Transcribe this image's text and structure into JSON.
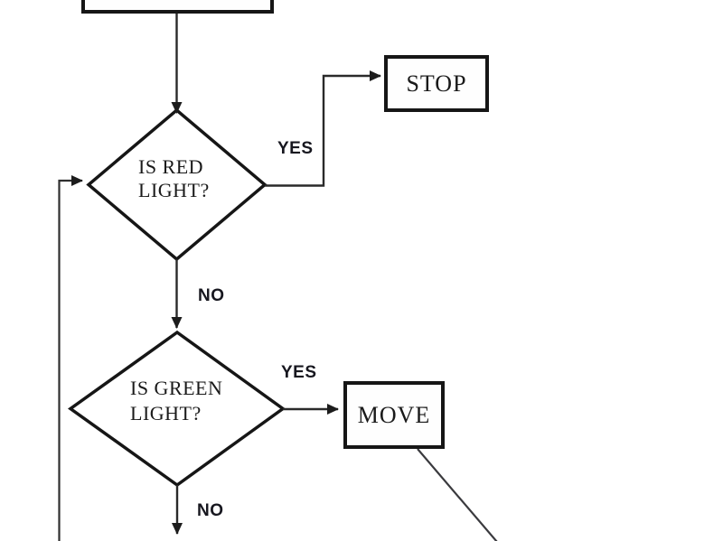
{
  "nodes": {
    "start_box": {
      "label": ""
    },
    "decision_is_red": {
      "label": "IS RED LIGHT?"
    },
    "stop_box": {
      "label": "STOP"
    },
    "decision_is_green": {
      "label": "IS GREEN LIGHT?"
    },
    "move_box": {
      "label": "MOVE"
    }
  },
  "edge_labels": {
    "red_yes": "YES",
    "red_no": "NO",
    "green_yes": "YES",
    "green_no": "NO"
  },
  "colors": {
    "background": "#ffffff",
    "shape_border": "#161616",
    "connector": "#2a2a2a",
    "node_text": "#1a1a1a",
    "edge_label_text": "#17171f"
  }
}
